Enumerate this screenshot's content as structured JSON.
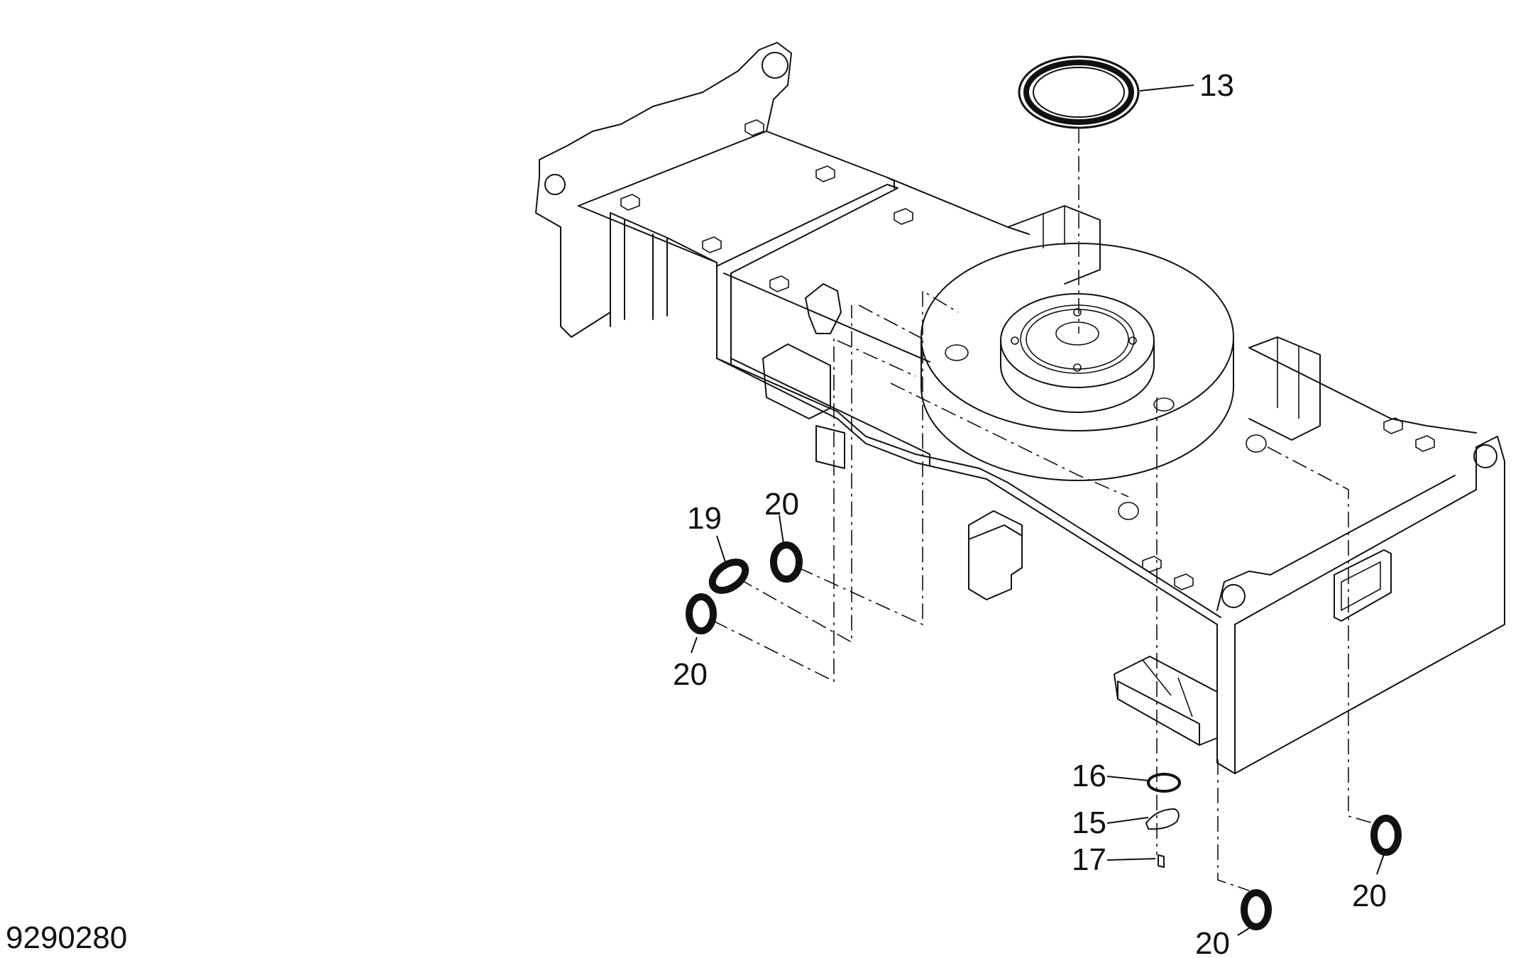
{
  "document_number": "9290280",
  "callouts": {
    "seal_ring": "13",
    "plate": "15",
    "gasket": "16",
    "bolt": "17",
    "grommet": "19",
    "bushing": "20"
  },
  "colors": {
    "line": "#111111",
    "background": "#ffffff"
  }
}
